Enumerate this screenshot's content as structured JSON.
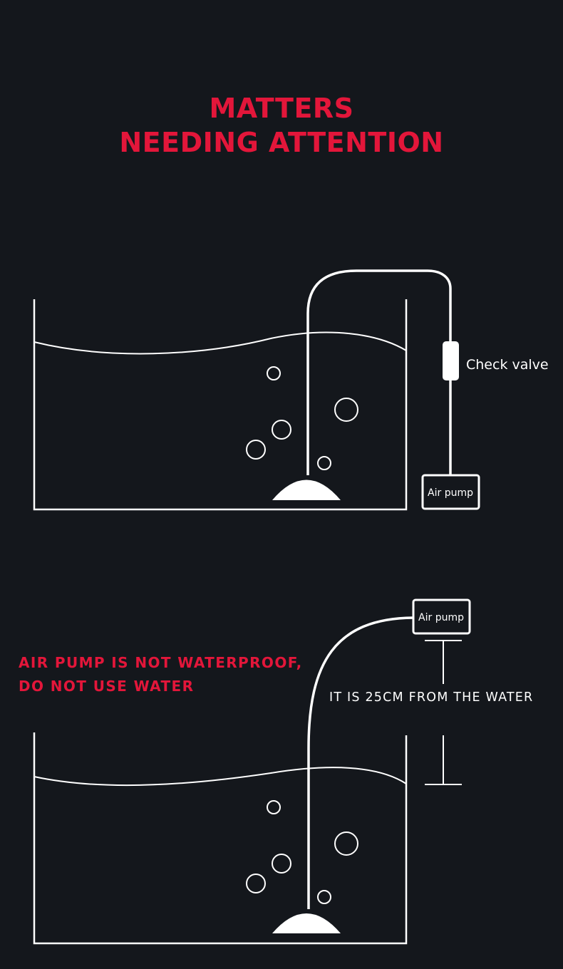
{
  "title": {
    "line1": "MATTERS",
    "line2": "NEEDING ATTENTION"
  },
  "diagram1": {
    "check_valve_label": "Check valve",
    "air_pump_label": "Air pump"
  },
  "diagram2": {
    "air_pump_label": "Air pump",
    "distance_label": "IT IS 25CM FROM THE WATER"
  },
  "warning": {
    "line1": "AIR PUMP IS NOT WATERPROOF,",
    "line2": "DO NOT USE WATER"
  },
  "colors": {
    "background": "#14171c",
    "accent_red": "#e3163a",
    "line_white": "#ffffff"
  }
}
